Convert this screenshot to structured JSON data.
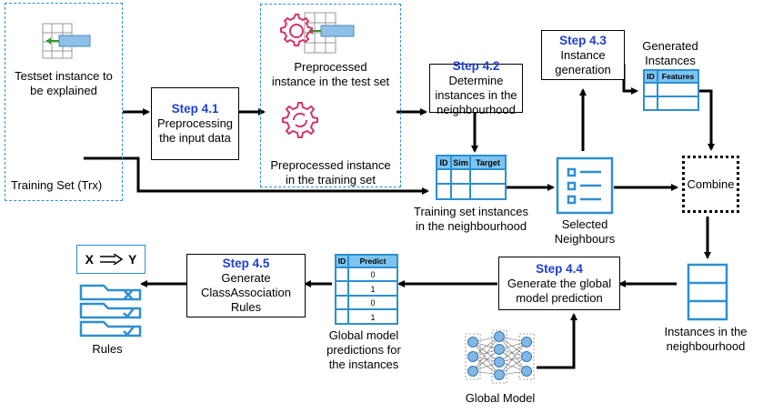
{
  "inputs": {
    "testset_label": "Testset instance to\nbe explained",
    "training_label": "Training Set (Trx)"
  },
  "steps": {
    "s41": {
      "id": "Step 4.1",
      "text": "Preprocessing\nthe input data"
    },
    "s42": {
      "id": "Step 4.2",
      "text": "Determine\ninstances in the\nneighbourhood"
    },
    "s43": {
      "id": "Step 4.3",
      "text": "Instance\ngeneration"
    },
    "s44": {
      "id": "Step 4.4",
      "text": "Generate the global\nmodel prediction"
    },
    "s45": {
      "id": "Step 4.5",
      "text": "Generate\nClassAssociation\nRules"
    }
  },
  "labels": {
    "preprocessed_test": "Preprocessed\ninstance in the test set",
    "preprocessed_train": "Preprocessed instance\nin the training set",
    "training_neighbourhood": "Training set instances\nin the neighbourhood",
    "selected_neighbours": "Selected\nNeighbours",
    "generated_instances": "Generated\nInstances",
    "combine": "Combine",
    "instances_neighbourhood": "Instances in the\nneighbourhood",
    "global_predictions": "Global model\npredictions for\nthe instances",
    "global_model": "Global Model",
    "rules": "Rules",
    "rule_formula_x": "X",
    "rule_formula_y": "Y"
  },
  "tables": {
    "training": {
      "headers": [
        "ID",
        "Sim",
        "Target"
      ]
    },
    "generated": {
      "headers": [
        "ID",
        "Features"
      ]
    },
    "predict": {
      "headers": [
        "ID",
        "Predict"
      ],
      "values": [
        "0",
        "1",
        "0",
        "1"
      ]
    }
  },
  "colors": {
    "step_text": "#1f3fd0",
    "table_blue": "#2e8fd1",
    "table_header": "#7cc4ef",
    "gear_red": "#d6336c",
    "neuron": "#7fb8e6"
  }
}
